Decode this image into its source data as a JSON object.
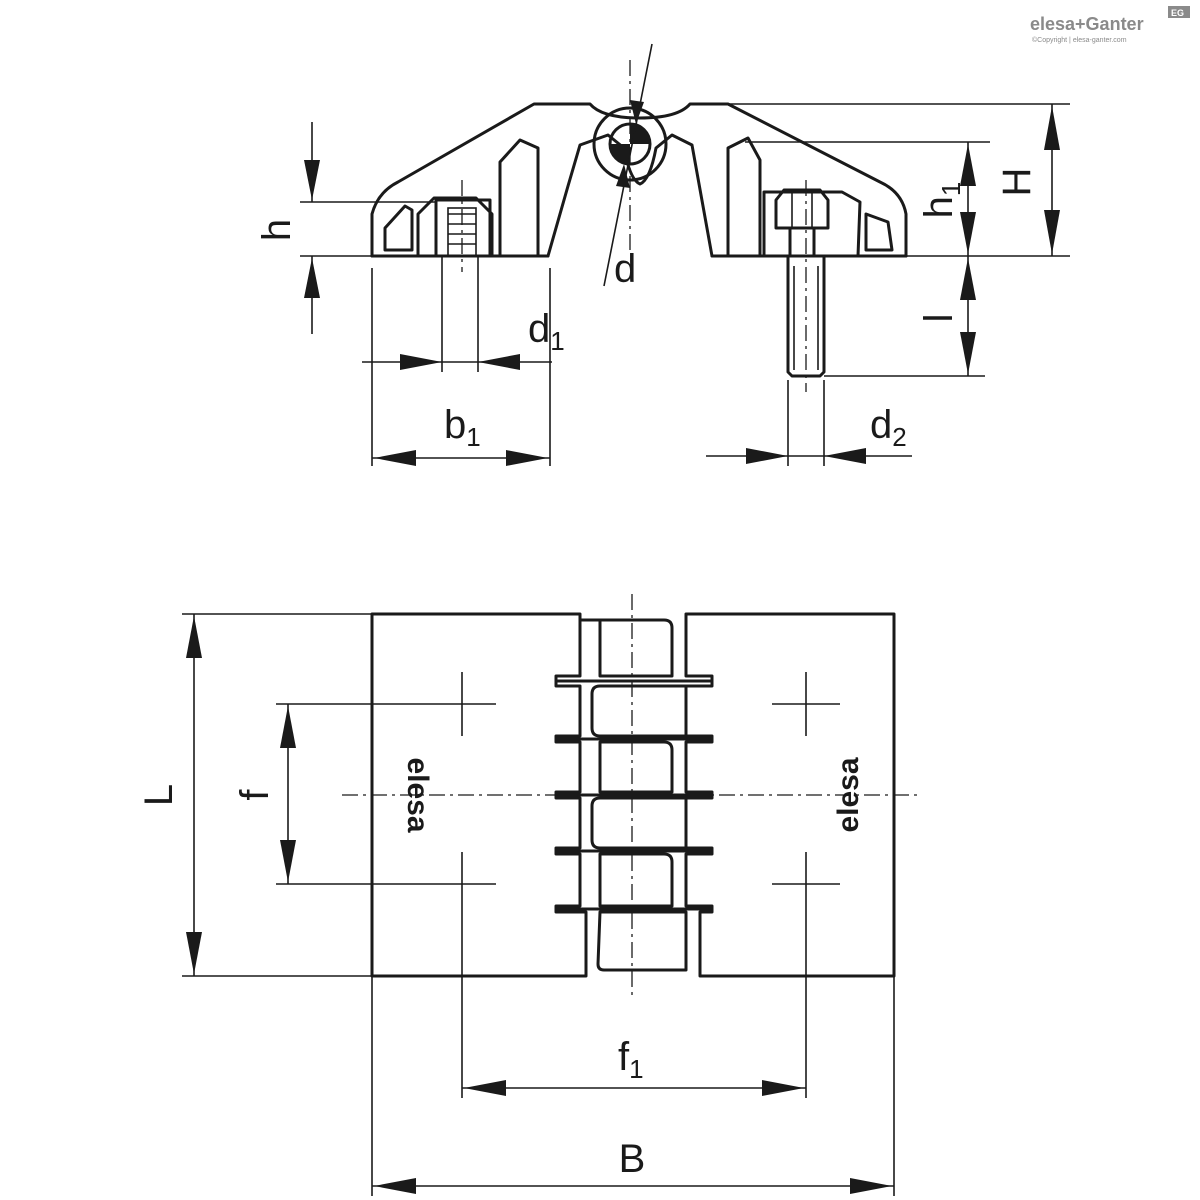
{
  "logo": {
    "brand": "elesa+Ganter",
    "badge": "EG",
    "copyright": "©Copyright | elesa-ganter.com"
  },
  "side_view": {
    "labels": {
      "H": "H",
      "h": "h",
      "h1_base": "h",
      "h1_sub": "1",
      "d": "d",
      "d1_base": "d",
      "d1_sub": "1",
      "b1_base": "b",
      "b1_sub": "1",
      "l": "l",
      "d2_base": "d",
      "d2_sub": "2"
    }
  },
  "top_view": {
    "labels": {
      "L": "L",
      "f": "f",
      "f1_base": "f",
      "f1_sub": "1",
      "B": "B"
    },
    "mark_left": "elesa",
    "mark_right": "elesa"
  }
}
